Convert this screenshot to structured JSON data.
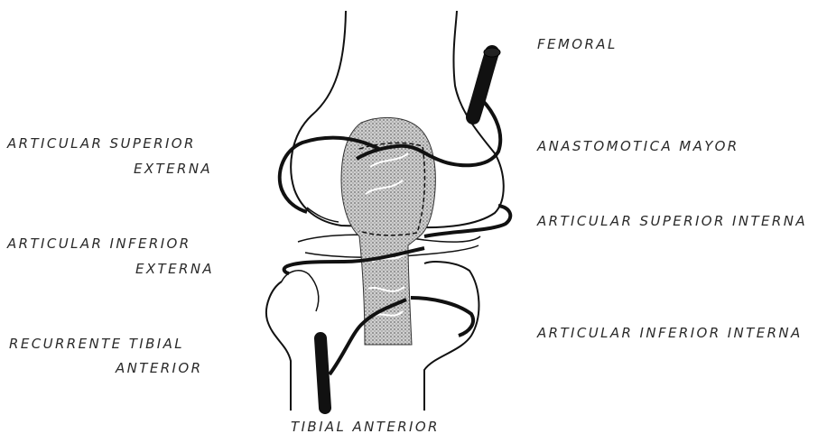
{
  "labels": {
    "femoral": "FEMORAL",
    "anastomotica_mayor": "ANASTOMOTICA MAYOR",
    "articular_superior_interna": "ARTICULAR SUPERIOR INTERNA",
    "articular_inferior_interna": "ARTICULAR INFERIOR INTERNA",
    "articular_superior_externa_line1": "ARTICULAR SUPERIOR",
    "articular_superior_externa_line2": "EXTERNA",
    "articular_inferior_externa_line1": "ARTICULAR INFERIOR",
    "articular_inferior_externa_line2": "EXTERNA",
    "recurrente_tibial_anterior_line1": "RECURRENTE TIBIAL",
    "recurrente_tibial_anterior_line2": "ANTERIOR",
    "tibial_anterior": "TIBIAL ANTERIOR"
  }
}
